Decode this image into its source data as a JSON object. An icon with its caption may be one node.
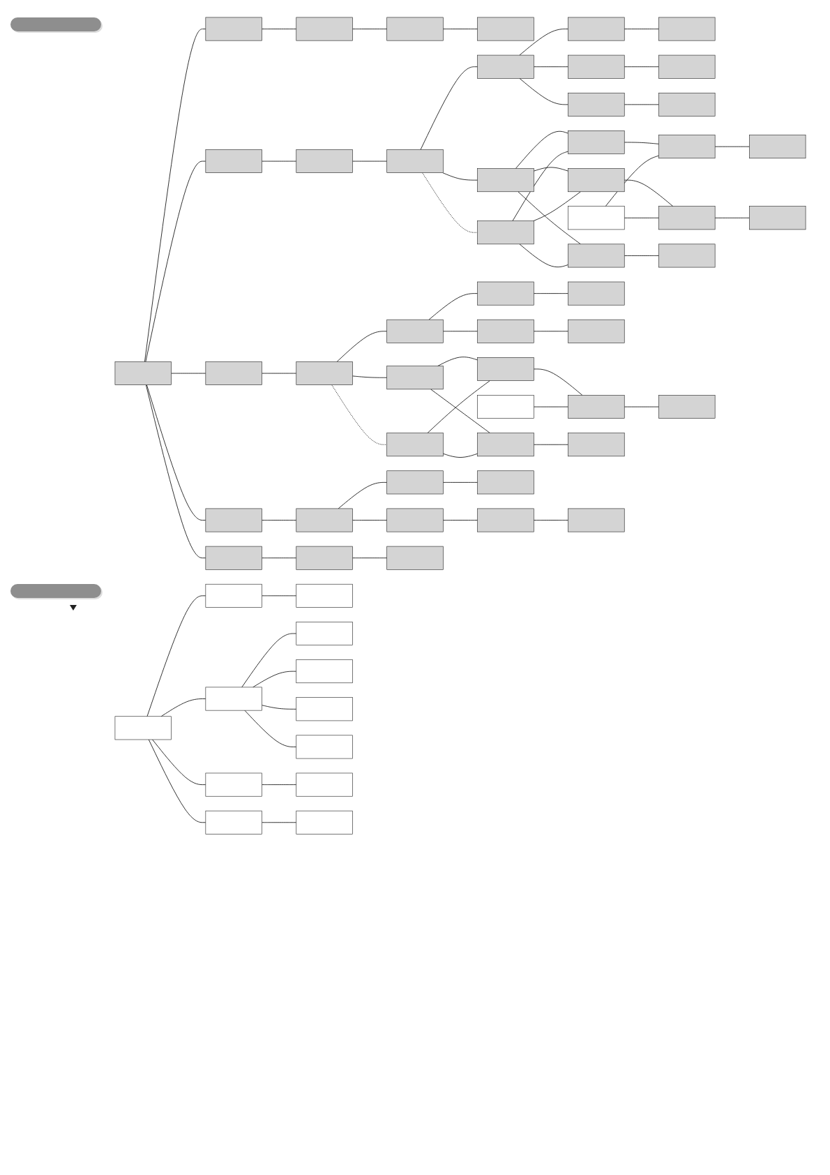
{
  "diagram": {
    "nodes": [
      {
        "text": [],
        "shape": "bar"
      },
      {
        "text": [],
        "shape": "box"
      },
      {
        "text": [],
        "shape": "box"
      },
      {
        "text": [],
        "shape": "box"
      },
      {
        "text": [],
        "shape": "box"
      },
      {
        "text": [],
        "shape": "box"
      },
      {
        "text": [],
        "shape": "box"
      },
      {
        "text": [],
        "shape": "box"
      },
      {
        "text": [],
        "shape": "box"
      },
      {
        "text": [],
        "shape": "box"
      },
      {
        "text": [],
        "shape": "box"
      },
      {
        "text": [],
        "shape": "box"
      },
      {
        "text": [],
        "shape": "box"
      },
      {
        "text": [],
        "shape": "box"
      },
      {
        "text": [],
        "shape": "box"
      },
      {
        "text": [],
        "shape": "box"
      },
      {
        "text": [],
        "shape": "box"
      },
      {
        "text": [],
        "shape": "box"
      },
      {
        "text": [],
        "shape": "box"
      },
      {
        "text": [],
        "shape": "box"
      },
      {
        "text": [],
        "shape": "box"
      },
      {
        "text": [],
        "shape": "box"
      },
      {
        "text": [],
        "shape": "box"
      },
      {
        "text": [],
        "shape": "box"
      },
      {
        "text": [],
        "shape": "box"
      },
      {
        "text": [],
        "shape": "box"
      },
      {
        "text": [],
        "shape": "box"
      },
      {
        "text": [],
        "shape": "box"
      },
      {
        "text": [],
        "shape": "box"
      },
      {
        "text": [],
        "shape": "box"
      },
      {
        "text": [],
        "shape": "box"
      },
      {
        "text": [],
        "shape": "box"
      },
      {
        "text": [],
        "shape": "box"
      },
      {
        "text": [],
        "shape": "box"
      },
      {
        "text": [],
        "shape": "box"
      },
      {
        "text": [],
        "shape": "box"
      },
      {
        "text": [],
        "shape": "box"
      },
      {
        "text": [],
        "shape": "box"
      },
      {
        "text": [],
        "shape": "box"
      },
      {
        "text": [],
        "shape": "box"
      },
      {
        "text": [],
        "shape": "box"
      },
      {
        "text": [],
        "shape": "box"
      },
      {
        "text": [],
        "shape": "box"
      },
      {
        "text": [],
        "shape": "box"
      },
      {
        "text": [],
        "shape": "box"
      },
      {
        "text": [],
        "shape": "box"
      },
      {
        "text": [],
        "shape": "box"
      },
      {
        "text": [],
        "shape": "box"
      },
      {
        "text": [],
        "shape": "box"
      },
      {
        "text": [],
        "shape": "box"
      },
      {
        "text": [],
        "shape": "box"
      },
      {
        "text": [],
        "shape": "box"
      },
      {
        "text": [],
        "shape": "bar"
      },
      {
        "text": [],
        "shape": "box"
      },
      {
        "text": [],
        "shape": "box"
      },
      {
        "text": [],
        "shape": "box"
      },
      {
        "text": [],
        "shape": "box"
      },
      {
        "text": [],
        "shape": "box"
      },
      {
        "text": [],
        "shape": "box"
      },
      {
        "text": [],
        "shape": "box"
      },
      {
        "text": [],
        "shape": "box"
      },
      {
        "text": [],
        "shape": "box"
      },
      {
        "text": [],
        "shape": "box"
      },
      {
        "text": [],
        "shape": "box"
      },
      {
        "text": [],
        "shape": "box"
      }
    ],
    "edges": [
      {
        "from": 1,
        "to": 2,
        "arrow": "none"
      },
      {
        "from": 1,
        "to": 6,
        "arrow": "none"
      },
      {
        "from": 1,
        "to": 27,
        "arrow": "none"
      },
      {
        "from": 1,
        "to": 42,
        "arrow": "none"
      },
      {
        "from": 1,
        "to": 49,
        "arrow": "none"
      },
      {
        "from": 2,
        "to": 3,
        "arrow": "none"
      },
      {
        "from": 3,
        "to": 4,
        "arrow": "none"
      },
      {
        "from": 4,
        "to": 5,
        "arrow": "none"
      },
      {
        "from": 6,
        "to": 7,
        "arrow": "none"
      },
      {
        "from": 7,
        "to": 8,
        "arrow": "none"
      },
      {
        "from": 8,
        "to": 9,
        "arrow": "none"
      },
      {
        "from": 8,
        "to": 16,
        "arrow": "none"
      },
      {
        "from": 8,
        "to": 17,
        "arrow": "none",
        "style": "dashed"
      },
      {
        "from": 9,
        "to": 10,
        "arrow": "none"
      },
      {
        "from": 9,
        "to": 11,
        "arrow": "none"
      },
      {
        "from": 9,
        "to": 12,
        "arrow": "none"
      },
      {
        "from": 10,
        "to": 13,
        "arrow": "none"
      },
      {
        "from": 11,
        "to": 14,
        "arrow": "none"
      },
      {
        "from": 12,
        "to": 15,
        "arrow": "none"
      },
      {
        "from": 16,
        "to": 18,
        "arrow": "none"
      },
      {
        "from": 16,
        "to": 19,
        "arrow": "none"
      },
      {
        "from": 16,
        "to": 20,
        "arrow": "none"
      },
      {
        "from": 17,
        "to": 18,
        "arrow": "none"
      },
      {
        "from": 17,
        "to": 19,
        "arrow": "none"
      },
      {
        "from": 17,
        "to": 20,
        "arrow": "none"
      },
      {
        "from": 18,
        "to": 21,
        "arrow": "none"
      },
      {
        "from": 19,
        "to": 22,
        "arrow": "none"
      },
      {
        "from": 20,
        "to": 23,
        "arrow": "none"
      },
      {
        "from": 21,
        "to": 25,
        "arrow": "none"
      },
      {
        "from": 22,
        "to": 26,
        "arrow": "none"
      },
      {
        "from": 24,
        "to": 21,
        "arrow": "none"
      },
      {
        "from": 24,
        "to": 22,
        "arrow": "none"
      },
      {
        "from": 27,
        "to": 28,
        "arrow": "none"
      },
      {
        "from": 28,
        "to": 29,
        "arrow": "none"
      },
      {
        "from": 28,
        "to": 34,
        "arrow": "none"
      },
      {
        "from": 28,
        "to": 35,
        "arrow": "none",
        "style": "dashed"
      },
      {
        "from": 29,
        "to": 30,
        "arrow": "none"
      },
      {
        "from": 29,
        "to": 31,
        "arrow": "none"
      },
      {
        "from": 30,
        "to": 32,
        "arrow": "none"
      },
      {
        "from": 31,
        "to": 33,
        "arrow": "none"
      },
      {
        "from": 34,
        "to": 36,
        "arrow": "none"
      },
      {
        "from": 34,
        "to": 37,
        "arrow": "none"
      },
      {
        "from": 35,
        "to": 36,
        "arrow": "none"
      },
      {
        "from": 35,
        "to": 37,
        "arrow": "none"
      },
      {
        "from": 36,
        "to": 38,
        "arrow": "none"
      },
      {
        "from": 37,
        "to": 39,
        "arrow": "none"
      },
      {
        "from": 38,
        "to": 41,
        "arrow": "none"
      },
      {
        "from": 40,
        "to": 38,
        "arrow": "none"
      },
      {
        "from": 42,
        "to": 43,
        "arrow": "none"
      },
      {
        "from": 43,
        "to": 44,
        "arrow": "none"
      },
      {
        "from": 43,
        "to": 45,
        "arrow": "none"
      },
      {
        "from": 44,
        "to": 46,
        "arrow": "none"
      },
      {
        "from": 45,
        "to": 47,
        "arrow": "none"
      },
      {
        "from": 47,
        "to": 48,
        "arrow": "none"
      },
      {
        "from": 49,
        "to": 50,
        "arrow": "none"
      },
      {
        "from": 50,
        "to": 51,
        "arrow": "none"
      },
      {
        "from": 53,
        "to": 54,
        "arrow": "none"
      },
      {
        "from": 53,
        "to": 56,
        "arrow": "none"
      },
      {
        "from": 53,
        "to": 61,
        "arrow": "none"
      },
      {
        "from": 53,
        "to": 63,
        "arrow": "none"
      },
      {
        "from": 54,
        "to": 55,
        "arrow": "none"
      },
      {
        "from": 56,
        "to": 57,
        "arrow": "none"
      },
      {
        "from": 56,
        "to": 58,
        "arrow": "none"
      },
      {
        "from": 56,
        "to": 59,
        "arrow": "none"
      },
      {
        "from": 56,
        "to": 60,
        "arrow": "none"
      },
      {
        "from": 61,
        "to": 62,
        "arrow": "none"
      },
      {
        "from": 63,
        "to": 64,
        "arrow": "none"
      }
    ]
  }
}
